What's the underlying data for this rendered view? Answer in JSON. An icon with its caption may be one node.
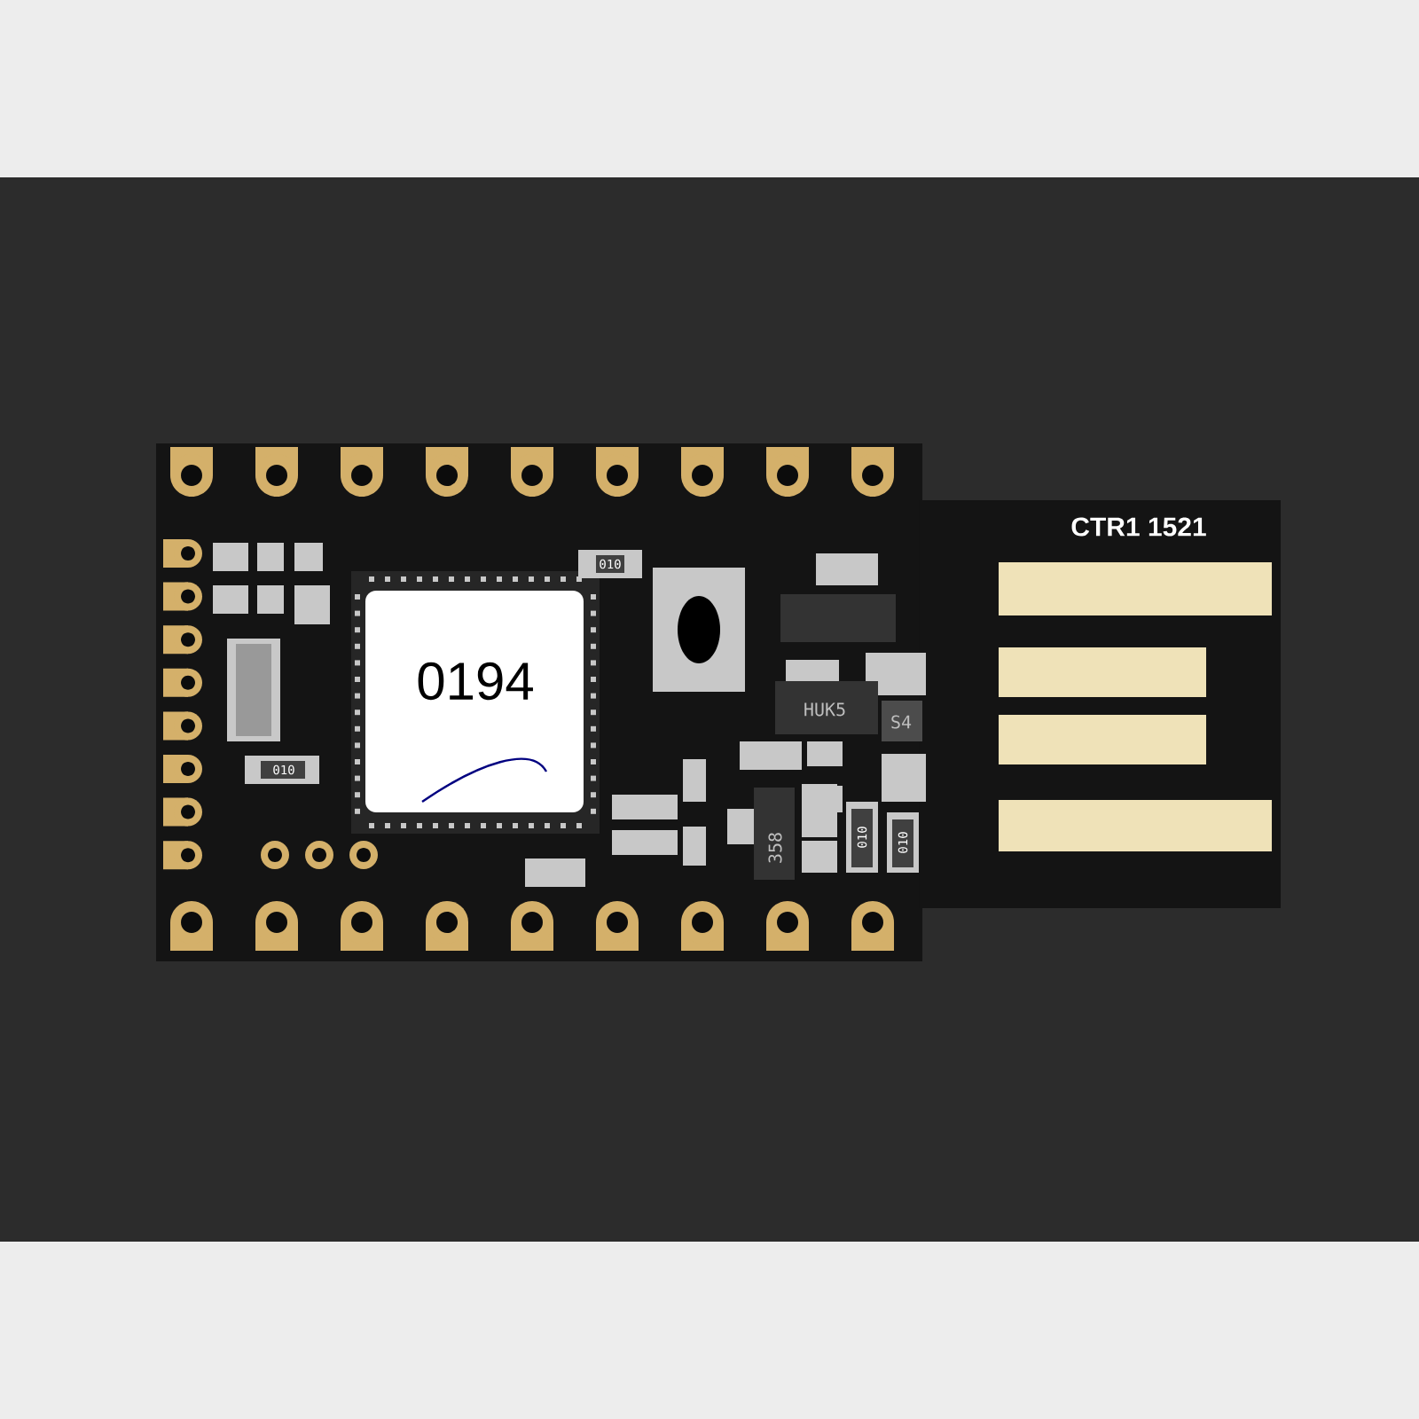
{
  "diagram": {
    "labels": [
      "CTR1 1521",
      "010",
      "0194",
      "HUK5",
      "S4",
      "010",
      "358",
      "010",
      "010"
    ]
  }
}
